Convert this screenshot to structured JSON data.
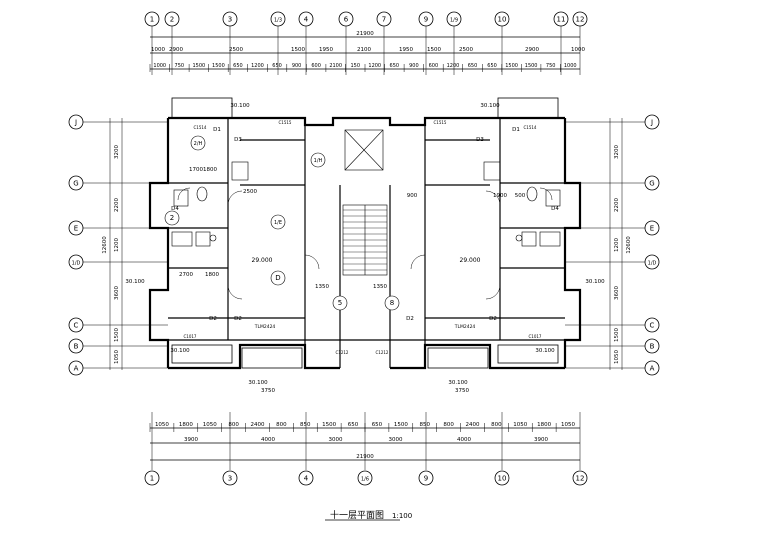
{
  "title": "十一层平面图",
  "scale": "1:100",
  "top_axes": [
    "1",
    "2",
    "3",
    "1/3",
    "4",
    "6",
    "7",
    "9",
    "1/9",
    "10",
    "11",
    "12"
  ],
  "bottom_axes": [
    "1",
    "3",
    "4",
    "1/6",
    "9",
    "10",
    "12"
  ],
  "left_axes": [
    "J",
    "G",
    "E",
    "1/D",
    "C",
    "B",
    "A"
  ],
  "right_axes": [
    "J",
    "G",
    "E",
    "1/D",
    "C",
    "B",
    "A"
  ],
  "top_dims": {
    "total": "21900",
    "row1": [
      "1000",
      "2900",
      "2500",
      "1500",
      "1950",
      "2100",
      "1950",
      "1500",
      "2500",
      "2900",
      "1000"
    ],
    "row2": [
      "1000",
      "750",
      "1500",
      "1500",
      "650",
      "1200",
      "650",
      "900",
      "600",
      "2100",
      "150",
      "1200",
      "650",
      "900",
      "600",
      "1200",
      "650",
      "650",
      "1500",
      "1500",
      "750",
      "1000"
    ]
  },
  "bottom_dims": {
    "total": "21900",
    "row1": [
      "1050",
      "1800",
      "1050",
      "800",
      "2400",
      "800",
      "850",
      "1500",
      "650",
      "650",
      "1500",
      "850",
      "800",
      "2400",
      "800",
      "1050",
      "1800",
      "1050"
    ],
    "row2": [
      "3900",
      "4000",
      "3000",
      "3000",
      "4000",
      "3900"
    ]
  },
  "left_dims": [
    "3200",
    "2200",
    "1200",
    "3600",
    "1500",
    "1050",
    "12600"
  ],
  "right_dims": [
    "3200",
    "2200",
    "1200",
    "3600",
    "1500",
    "1050",
    "12600"
  ],
  "room_labels": {
    "floor_level_left": "29.000",
    "floor_level_right": "29.000",
    "level_100": [
      "30.100",
      "30.100",
      "30.100",
      "30.100",
      "30.100",
      "30.100",
      "30.100",
      "30.100"
    ],
    "door_tags": [
      "D1",
      "D2",
      "D3",
      "D4",
      "D2",
      "D3",
      "D1",
      "D4",
      "D2",
      "D2"
    ],
    "window_tags": [
      "C1514",
      "C1514",
      "C1017",
      "C1017",
      "C1515",
      "C1515",
      "C1212",
      "C1212"
    ],
    "living_tags": [
      "TLM2424",
      "TLM2424"
    ],
    "stair_axis_tags": [
      "5",
      "8",
      "D",
      "2/H",
      "1/H",
      "1/E",
      "2"
    ],
    "dim_inner": [
      "2500",
      "1700",
      "1800",
      "2700",
      "1800",
      "1350",
      "1350",
      "900",
      "1900",
      "500",
      "3750",
      "3750"
    ]
  }
}
